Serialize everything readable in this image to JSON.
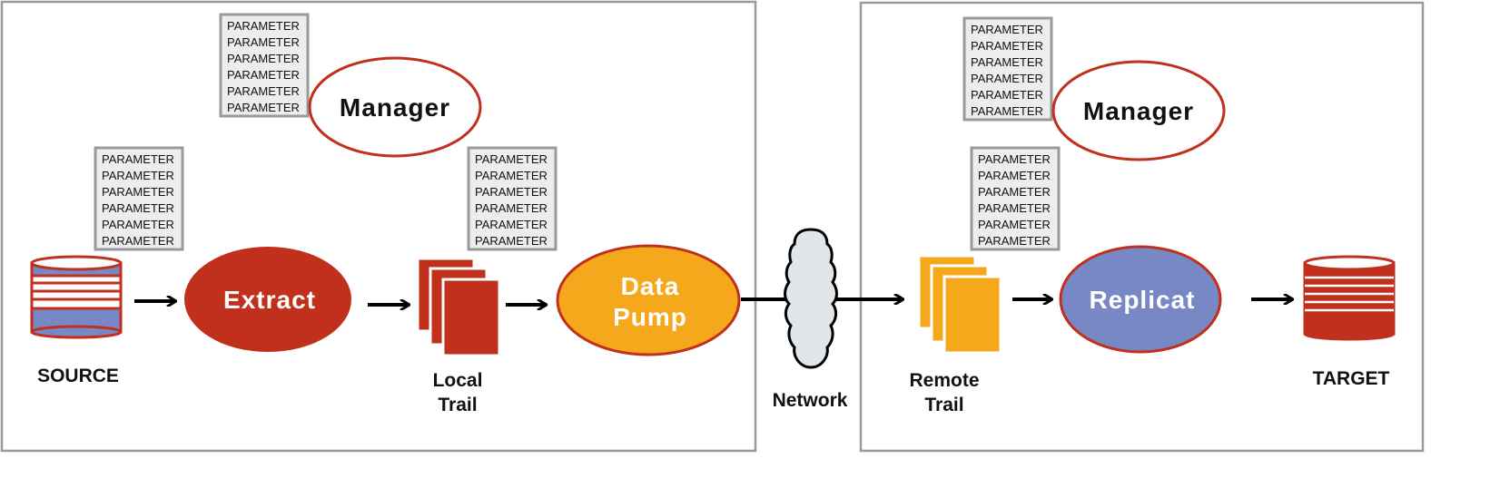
{
  "labels": {
    "source": "SOURCE",
    "target": "TARGET",
    "local_trail": [
      "Local",
      "Trail"
    ],
    "remote_trail": [
      "Remote",
      "Trail"
    ],
    "network": "Network"
  },
  "processes": {
    "manager_source": "Manager",
    "manager_target": "Manager",
    "extract": "Extract",
    "data_pump": [
      "Data",
      "Pump"
    ],
    "replicat": "Replicat"
  },
  "parameter_line": "PARAMETER",
  "colors": {
    "extract": "#c0301c",
    "data_pump": "#f5a81c",
    "replicat": "#7788c4",
    "outline": "#c0301c",
    "database_fill_source": "#7788c4",
    "database_fill_target": "#c0301c",
    "trail_local": "#c0301c",
    "trail_remote": "#f5a81c",
    "cloud": "#e0e6ea",
    "frame": "#9a9a9a"
  }
}
